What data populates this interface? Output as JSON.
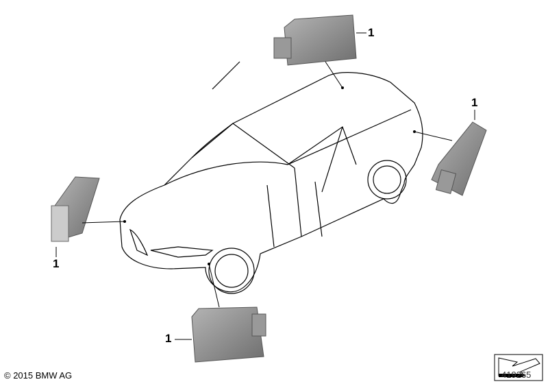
{
  "diagram": {
    "part_labels": [
      "1",
      "1",
      "1",
      "1"
    ],
    "copyright": "© 2015 BMW AG",
    "diagram_number": "419265",
    "icons": [
      "car-outline",
      "radar-sensor-module",
      "navigation-arrow-icon"
    ],
    "colors": {
      "line": "#000000",
      "module": "#8a8a8a"
    }
  }
}
